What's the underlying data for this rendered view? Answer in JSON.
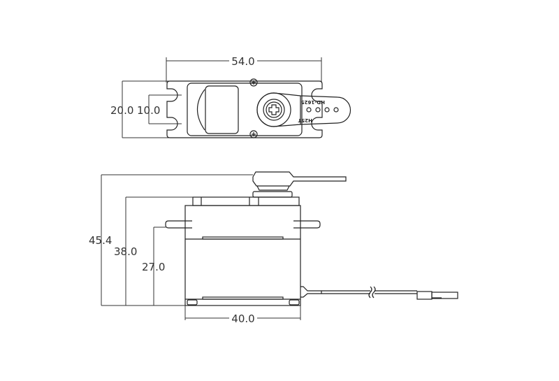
{
  "title": "Servo dimension drawing",
  "top_view": {
    "width_dim": "54.0",
    "height_dim": "20.0",
    "hole_spacing_dim": "10.0",
    "horn_label_1": "HD-1625",
    "horn_label_2": "H25T"
  },
  "side_view": {
    "total_height_dim": "45.4",
    "body_height_dim": "38.0",
    "flange_height_dim": "27.0",
    "body_width_dim": "40.0"
  }
}
